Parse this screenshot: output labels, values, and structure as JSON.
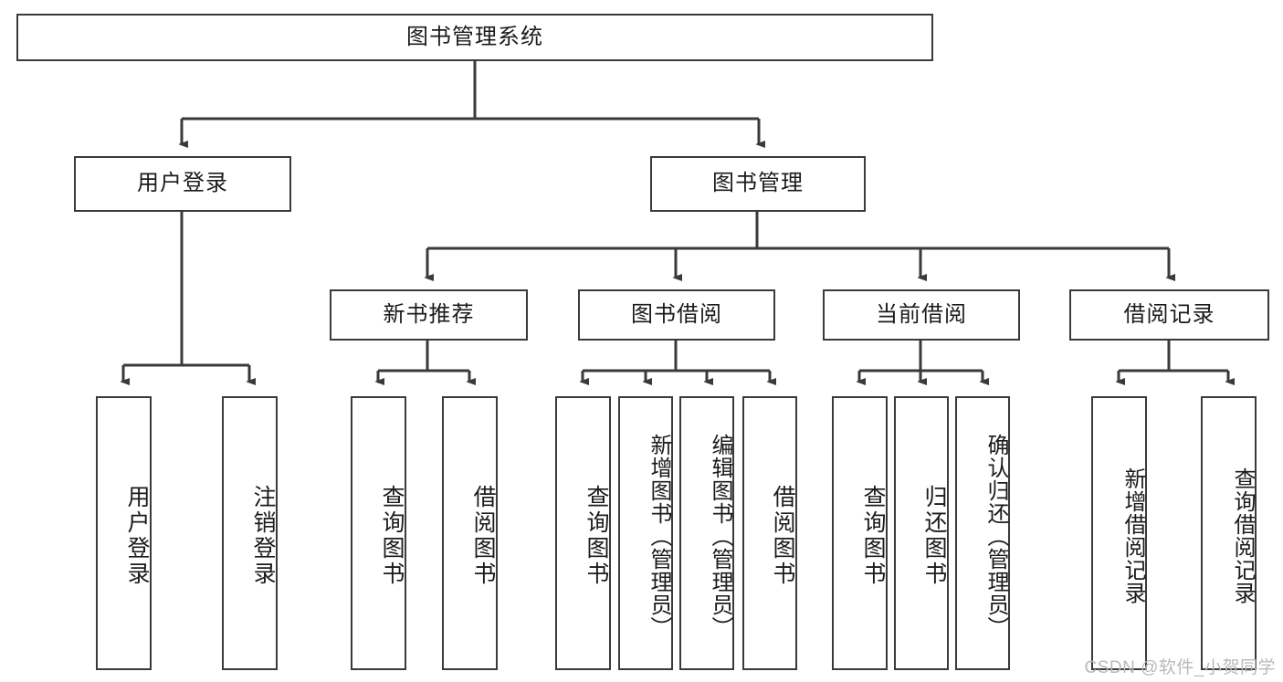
{
  "diagram": {
    "type": "tree",
    "title": "图书管理系统",
    "root": {
      "label": "图书管理系统"
    },
    "level2": [
      {
        "id": "user-login",
        "label": "用户登录"
      },
      {
        "id": "book-management",
        "label": "图书管理"
      }
    ],
    "level3": [
      {
        "id": "new-book-recommend",
        "label": "新书推荐",
        "parent": "book-management"
      },
      {
        "id": "book-borrow",
        "label": "图书借阅",
        "parent": "book-management"
      },
      {
        "id": "current-borrow",
        "label": "当前借阅",
        "parent": "book-management"
      },
      {
        "id": "borrow-record",
        "label": "借阅记录",
        "parent": "book-management"
      }
    ],
    "leaves": [
      {
        "id": "leaf-user-login",
        "label": "用户登录",
        "parent": "user-login"
      },
      {
        "id": "leaf-logout",
        "label": "注销登录",
        "parent": "user-login"
      },
      {
        "id": "leaf-query-book-1",
        "label": "查询图书",
        "parent": "new-book-recommend"
      },
      {
        "id": "leaf-borrow-book-1",
        "label": "借阅图书",
        "parent": "new-book-recommend"
      },
      {
        "id": "leaf-query-book-2",
        "label": "查询图书",
        "parent": "book-borrow"
      },
      {
        "id": "leaf-add-book",
        "label": "新增图书（管理员）",
        "parent": "book-borrow"
      },
      {
        "id": "leaf-edit-book",
        "label": "编辑图书（管理员）",
        "parent": "book-borrow"
      },
      {
        "id": "leaf-borrow-book-2",
        "label": "借阅图书",
        "parent": "book-borrow"
      },
      {
        "id": "leaf-query-book-3",
        "label": "查询图书",
        "parent": "current-borrow"
      },
      {
        "id": "leaf-return-book",
        "label": "归还图书",
        "parent": "current-borrow"
      },
      {
        "id": "leaf-confirm-return",
        "label": "确认归还（管理员）",
        "parent": "current-borrow"
      },
      {
        "id": "leaf-add-record",
        "label": "新增借阅记录",
        "parent": "borrow-record"
      },
      {
        "id": "leaf-query-record",
        "label": "查询借阅记录",
        "parent": "borrow-record"
      }
    ],
    "colors": {
      "stroke": "#3a3a3a",
      "fill": "#ffffff",
      "text": "#1b1b1b",
      "watermark": "#b9b9b9"
    }
  },
  "watermark": {
    "text": "CSDN @软件_小贺同学"
  }
}
